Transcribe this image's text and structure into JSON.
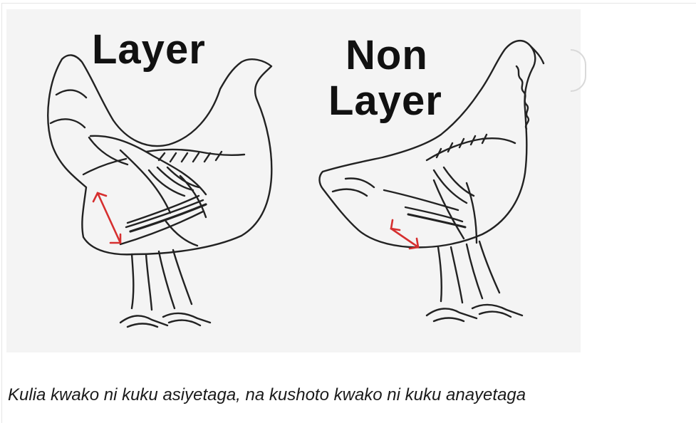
{
  "figure": {
    "left_title": "Layer",
    "right_title_line1": "Non",
    "right_title_line2": "Layer",
    "colors": {
      "outline": "#222222",
      "arrow": "#d62f2f",
      "background": "#f4f4f4"
    },
    "icons": {
      "left_drawing": "layer-hen-icon",
      "right_drawing": "non-layer-hen-icon",
      "arrow": "double-arrow-icon"
    }
  },
  "caption": "Kulia kwako ni kuku asiyetaga, na kushoto kwako ni kuku anayetaga"
}
